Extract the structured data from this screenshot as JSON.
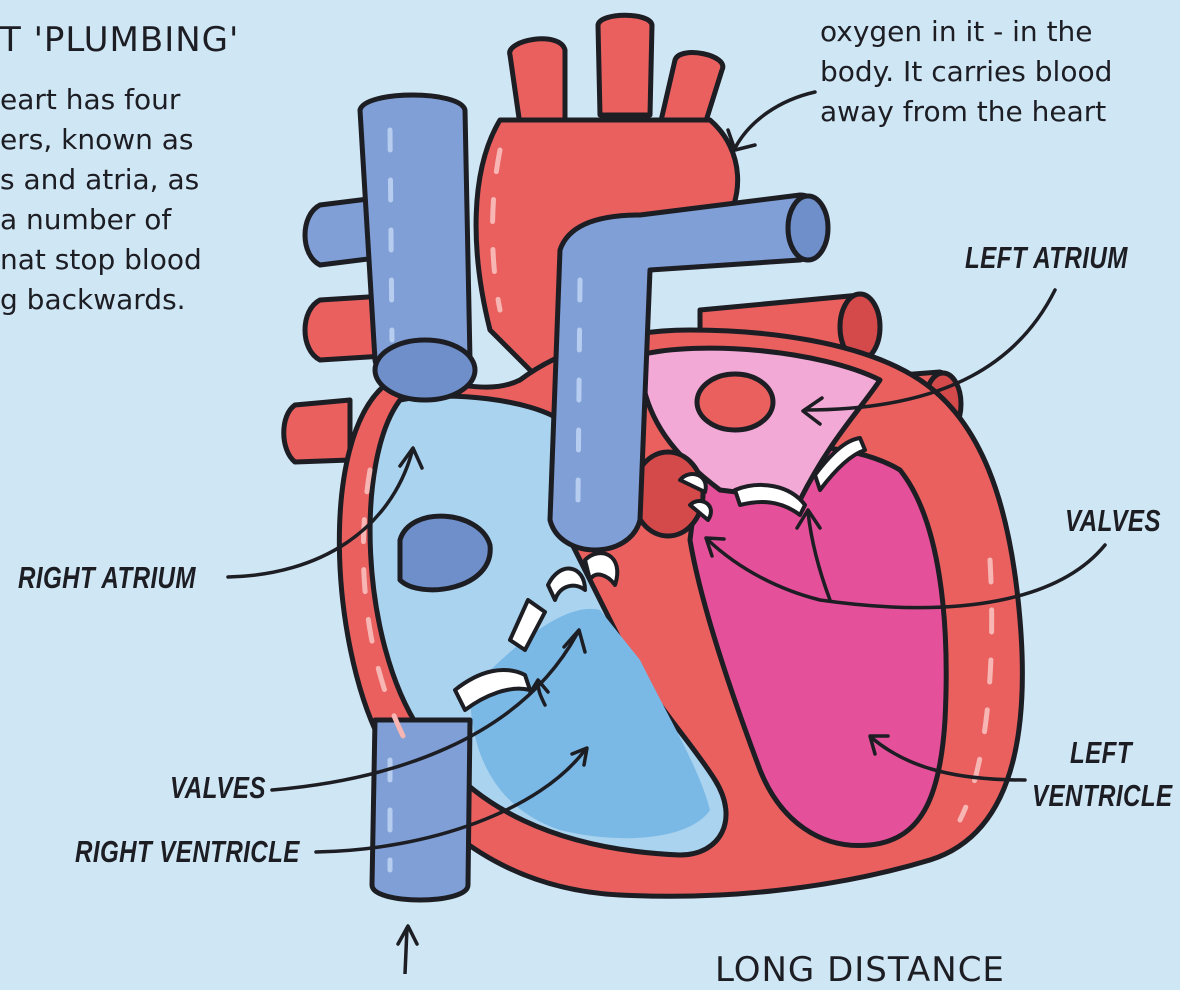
{
  "left_text": {
    "heading": "T 'PLUMBING'",
    "lines": [
      "eart has four",
      "ers, known as",
      "s and atria, as",
      "a number of",
      "nat stop blood",
      "g backwards."
    ]
  },
  "top_right_text": {
    "lines": [
      "oxygen in it - in the",
      "body. It carries blood",
      "away from the heart"
    ]
  },
  "labels": {
    "left_atrium": "LEFT ATRIUM",
    "valves_right": "VALVES",
    "left_ventricle_1": "LEFT",
    "left_ventricle_2": "VENTRICLE",
    "right_atrium": "RIGHT ATRIUM",
    "valves_left": "VALVES",
    "right_ventricle": "RIGHT VENTRICLE"
  },
  "bottom_heading": "LONG DISTANCE",
  "colors": {
    "background": "#cfe6f4",
    "oxygenated": "#e9605f",
    "deoxygenated": "#7f9fd6",
    "right_chamber": "#a9d3ee",
    "left_ventricle": "#e4509a",
    "left_atrium": "#f2a9d6",
    "outline": "#1d1d24"
  }
}
